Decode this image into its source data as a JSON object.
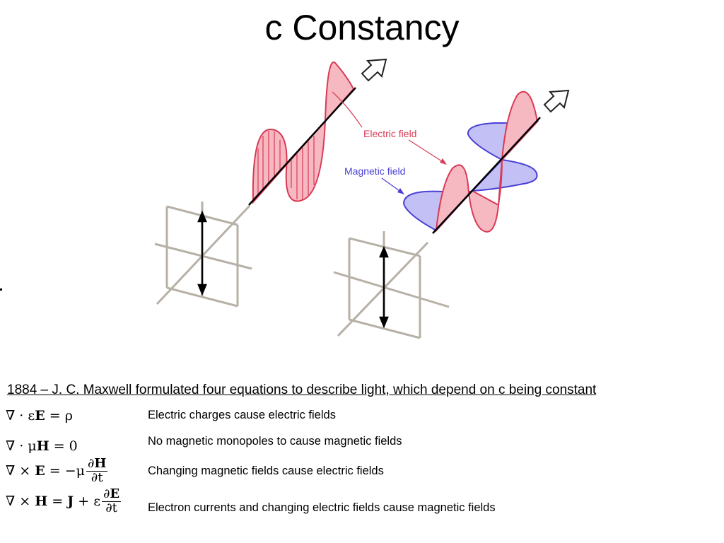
{
  "title": "c Constancy",
  "diagram": {
    "electric_label": "Electric field",
    "magnetic_label": "Magnetic field",
    "colors": {
      "electric": "#d93a55",
      "electric_fill": "#f6b9c2",
      "magnetic": "#4a3fd6",
      "magnetic_fill": "#c2c0f4",
      "frame": "#b7b0a6"
    }
  },
  "maxwell_statement": "1884 – J. C. Maxwell formulated four equations to describe light, which depend on c being constant",
  "equations": [
    {
      "description": "Electric charges cause electric fields"
    },
    {
      "description": "No magnetic monopoles to cause magnetic fields"
    },
    {
      "description": "Changing magnetic fields cause electric fields"
    },
    {
      "description": "Electron currents and changing electric fields cause magnetic fields"
    }
  ]
}
